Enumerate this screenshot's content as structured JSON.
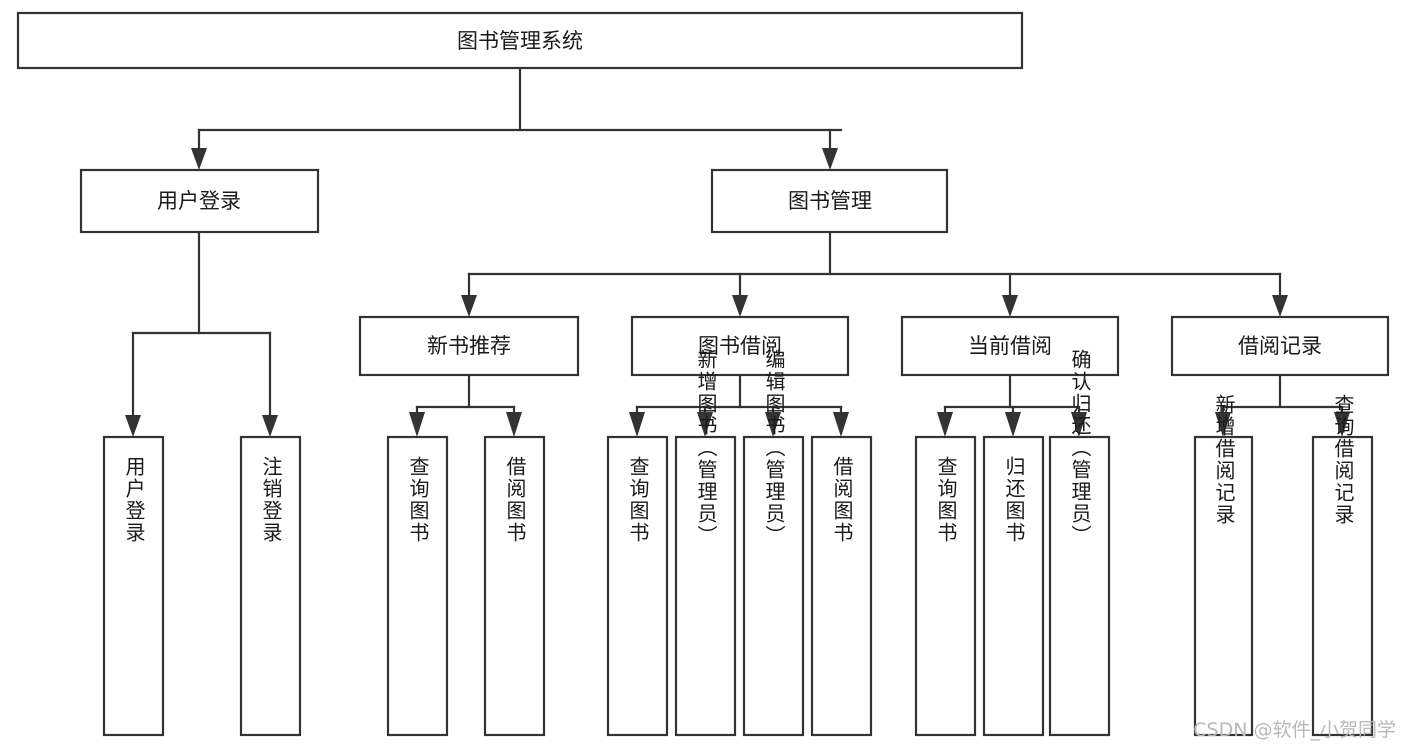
{
  "diagram": {
    "title": "图书管理系统",
    "type": "tree-hierarchy-diagram",
    "orientation": "top-down",
    "colors": {
      "box_stroke": "#333333",
      "box_fill": "#ffffff",
      "text": "#1a1a1a",
      "background": "#ffffff",
      "watermark": "#b9b9b9"
    },
    "root": {
      "id": "root",
      "label": "图书管理系统",
      "text_orientation": "horizontal"
    },
    "level2": [
      {
        "id": "user-login",
        "label": "用户登录",
        "text_orientation": "horizontal"
      },
      {
        "id": "book-management",
        "label": "图书管理",
        "text_orientation": "horizontal"
      }
    ],
    "level3": [
      {
        "id": "new-book-recommend",
        "label": "新书推荐",
        "parent": "book-management",
        "text_orientation": "horizontal"
      },
      {
        "id": "book-borrow",
        "label": "图书借阅",
        "parent": "book-management",
        "text_orientation": "horizontal"
      },
      {
        "id": "current-borrow",
        "label": "当前借阅",
        "parent": "book-management",
        "text_orientation": "horizontal"
      },
      {
        "id": "borrow-record",
        "label": "借阅记录",
        "parent": "book-management",
        "text_orientation": "horizontal"
      }
    ],
    "leaves": [
      {
        "id": "leaf-user-login",
        "label": "用户登录",
        "parent": "user-login",
        "text_orientation": "vertical"
      },
      {
        "id": "leaf-logout-login",
        "label": "注销登录",
        "parent": "user-login",
        "text_orientation": "vertical"
      },
      {
        "id": "leaf-query-book-recommend",
        "label": "查询图书",
        "parent": "new-book-recommend",
        "text_orientation": "vertical"
      },
      {
        "id": "leaf-borrow-book-recommend",
        "label": "借阅图书",
        "parent": "new-book-recommend",
        "text_orientation": "vertical"
      },
      {
        "id": "leaf-query-book-borrow",
        "label": "查询图书",
        "parent": "book-borrow",
        "text_orientation": "vertical"
      },
      {
        "id": "leaf-add-book-admin",
        "label": "新增图书（管理员）",
        "parent": "book-borrow",
        "text_orientation": "vertical"
      },
      {
        "id": "leaf-edit-book-admin",
        "label": "编辑图书（管理员）",
        "parent": "book-borrow",
        "text_orientation": "vertical"
      },
      {
        "id": "leaf-borrow-book",
        "label": "借阅图书",
        "parent": "book-borrow",
        "text_orientation": "vertical"
      },
      {
        "id": "leaf-query-book-current",
        "label": "查询图书",
        "parent": "current-borrow",
        "text_orientation": "vertical"
      },
      {
        "id": "leaf-return-book",
        "label": "归还图书",
        "parent": "current-borrow",
        "text_orientation": "vertical"
      },
      {
        "id": "leaf-confirm-return-admin",
        "label": "确认归还（管理员）",
        "parent": "current-borrow",
        "text_orientation": "vertical"
      },
      {
        "id": "leaf-add-borrow-record",
        "label": "新增借阅记录",
        "parent": "borrow-record",
        "text_orientation": "vertical"
      },
      {
        "id": "leaf-query-borrow-record",
        "label": "查询借阅记录",
        "parent": "borrow-record",
        "text_orientation": "vertical"
      }
    ]
  },
  "watermark": {
    "text": "CSDN @软件_小贺同学"
  }
}
